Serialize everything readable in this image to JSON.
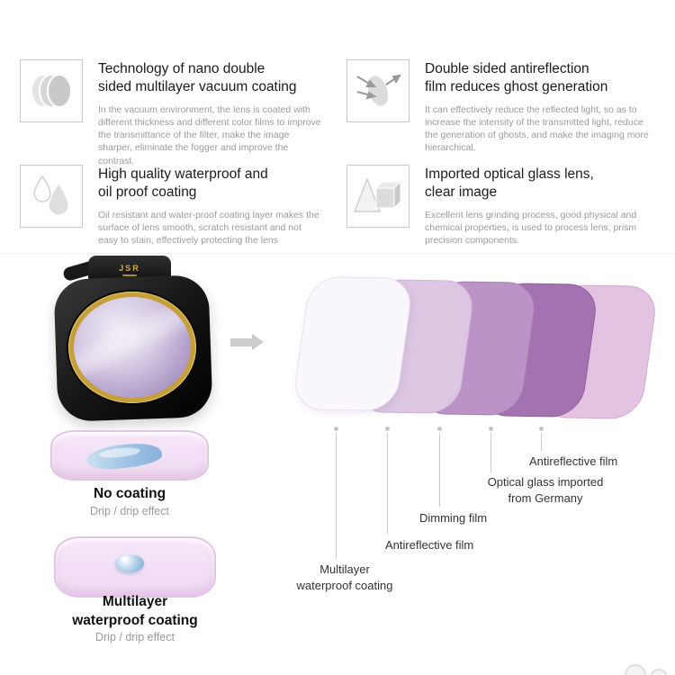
{
  "features": [
    {
      "icon": "lens-stack-icon",
      "title": "Technology of nano double\nsided multilayer vacuum coating",
      "body": "In the vacuum environment, the lens is coated with different thickness and different color films to improve the transmittance of the filter, make the image sharper, eliminate the fogger and improve the contrast."
    },
    {
      "icon": "antireflection-icon",
      "title": "Double sided antireflection\nfilm reduces ghost generation",
      "body": "It can effectively reduce the reflected light, so as to increase the intensity of the transmitted light, reduce the generation of ghosts, and make the imaging more hierarchical."
    },
    {
      "icon": "waterdrop-icon",
      "title": "High quality waterproof and\noil proof coating",
      "body": "Oil resistant and water-proof coating layer makes the surface of lens smooth, scratch resistant and not easy to stain, effectively protecting the lens"
    },
    {
      "icon": "prism-icon",
      "title": "Imported optical glass lens,\nclear image",
      "body": "Excellent lens grinding process, good physical and chemical properties, is used to process lens, prism precision components."
    }
  ],
  "product": {
    "brand": "JSR",
    "accent_gold": "#c59f3a"
  },
  "diagram": {
    "layers": [
      {
        "name": "multilayer-waterproof-coating",
        "label": "Multilayer\nwaterproof coating",
        "color": "#faf7fc"
      },
      {
        "name": "antireflective-film-front",
        "label": "Antireflective film",
        "color": "#dcc6e2"
      },
      {
        "name": "dimming-film",
        "label": "Dimming film",
        "color": "#bb93c6"
      },
      {
        "name": "optical-glass",
        "label": "Optical glass imported\nfrom Germany",
        "color": "#a572b1"
      },
      {
        "name": "antireflective-film-back",
        "label": "Antireflective film",
        "color": "#e3c3e2"
      }
    ]
  },
  "demos": [
    {
      "title": "No coating",
      "subtitle": "Drip / drip effect"
    },
    {
      "title": "Multilayer\nwaterproof coating",
      "subtitle": "Drip / drip effect"
    }
  ]
}
